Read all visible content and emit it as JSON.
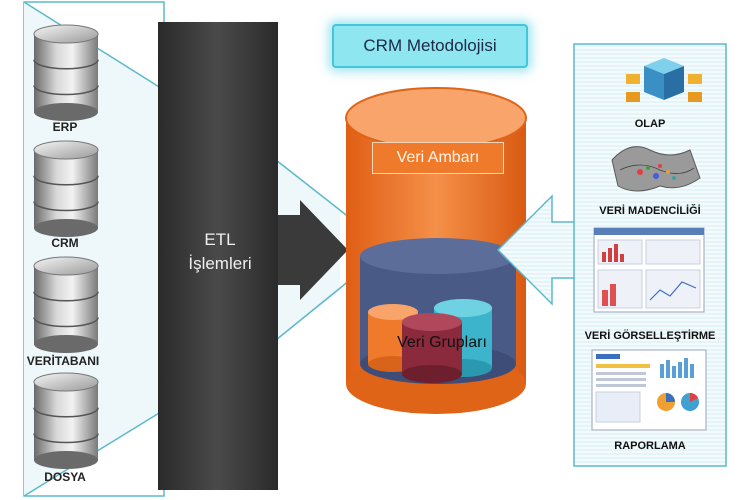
{
  "title": "CRM Metodolojisi",
  "sources": [
    {
      "label": "ERP",
      "icon": "database-icon"
    },
    {
      "label": "CRM",
      "icon": "database-icon"
    },
    {
      "label": "VERİTABANI",
      "icon": "database-icon"
    },
    {
      "label": "DOSYA",
      "icon": "database-icon"
    }
  ],
  "etl": {
    "line1": "ETL",
    "line2": "İşlemleri"
  },
  "warehouse": {
    "label": "Veri Ambarı",
    "datamarts_label": "Veri Grupları"
  },
  "tools": [
    {
      "label": "OLAP",
      "icon": "olap-cube-icon"
    },
    {
      "label": "VERİ MADENCİLİĞİ",
      "icon": "data-mining-surface-icon"
    },
    {
      "label": "VERİ GÖRSELLEŞTİRME",
      "icon": "visualization-dashboard-icon"
    },
    {
      "label": "RAPORLAMA",
      "icon": "report-document-icon"
    }
  ],
  "colors": {
    "etl_panel": "#3b3b3b",
    "warehouse": "#f07a2c",
    "datamart_base": "#4a5a86",
    "title_box": "#8ee6f0",
    "tool_panel": "#e8f7fb"
  }
}
